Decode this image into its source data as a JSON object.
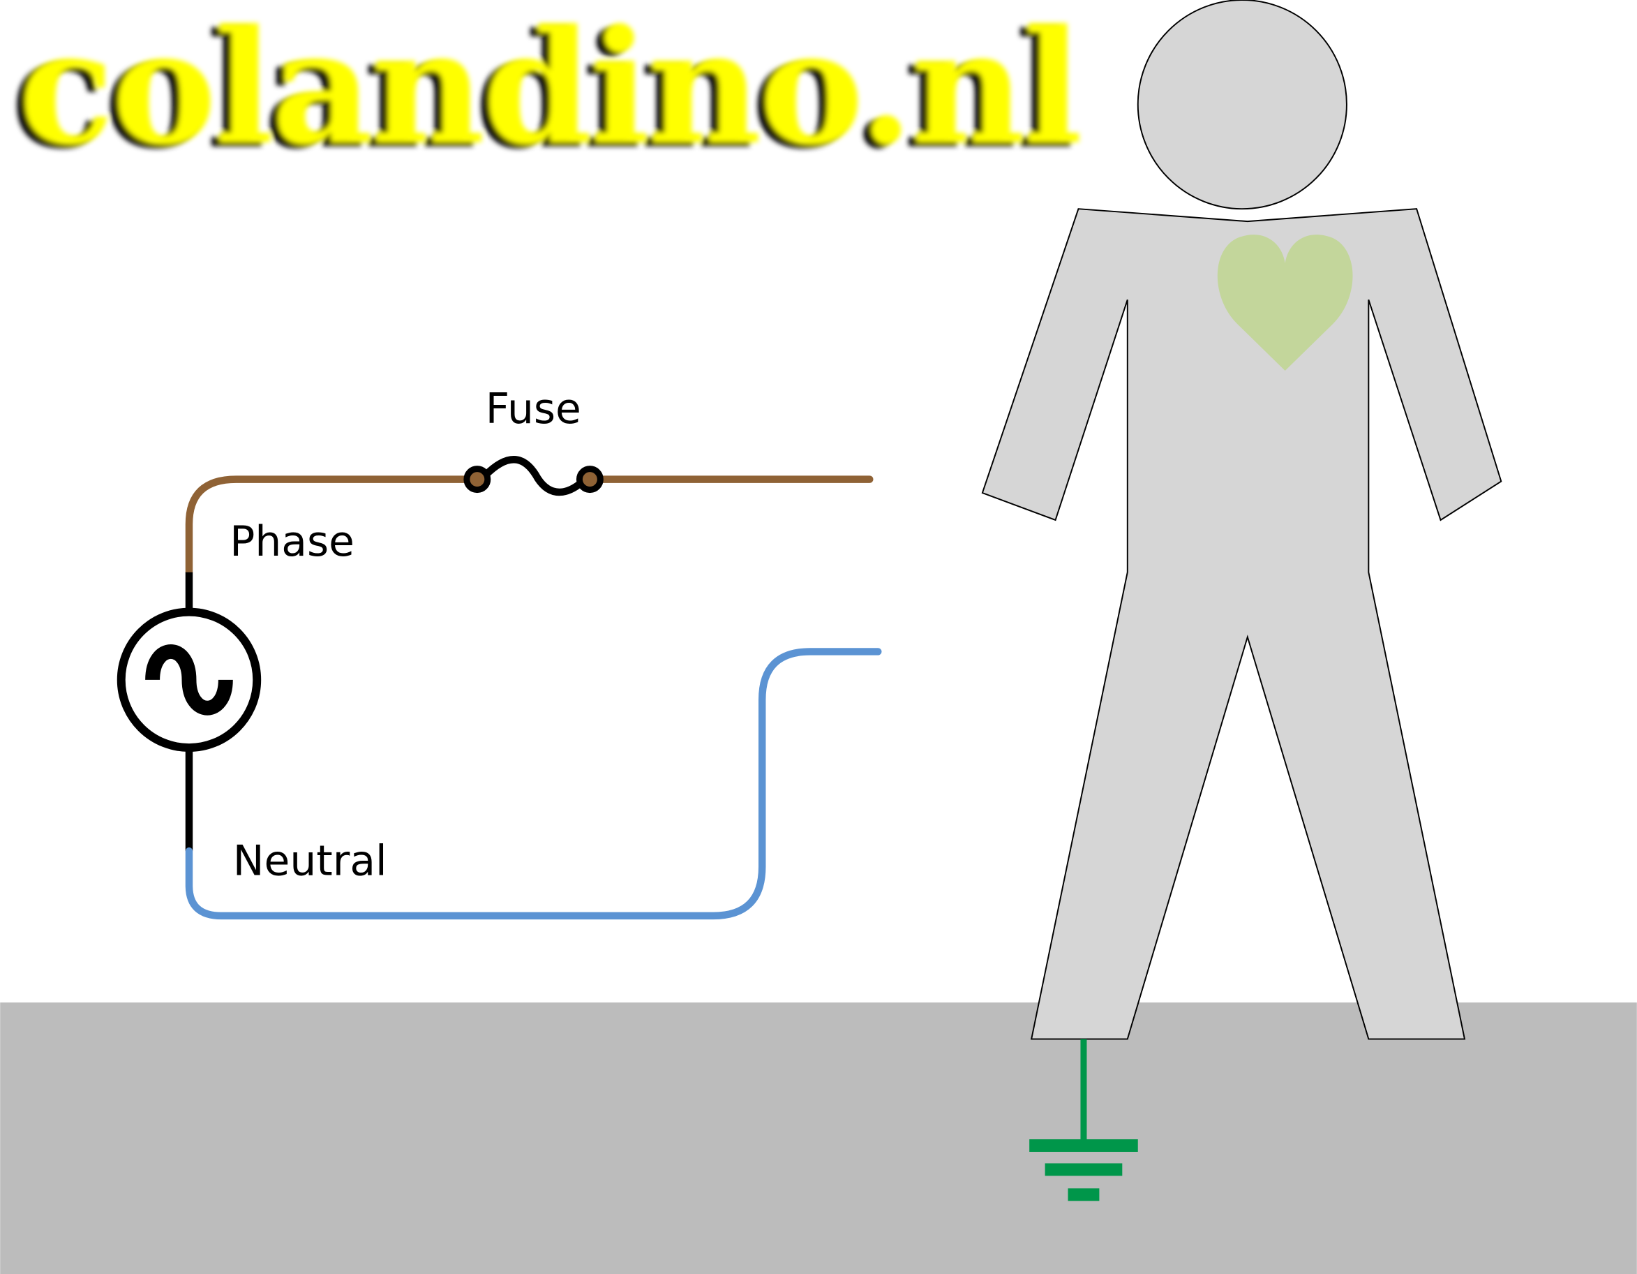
{
  "logo": {
    "text": "colandino.nl"
  },
  "labels": {
    "fuse": "Fuse",
    "phase": "Phase",
    "neutral": "Neutral"
  },
  "colors": {
    "phase_wire": "#8f6235",
    "neutral_wire": "#5b93d3",
    "ground": "#00964a",
    "floor": "#bcbcbc",
    "person": "#d6d6d6",
    "heart": "#c3d69b",
    "logo_fill": "#ffff00"
  },
  "icons": [
    "ac-source-icon",
    "fuse-icon",
    "ground-icon",
    "heart-icon",
    "person-figure"
  ]
}
